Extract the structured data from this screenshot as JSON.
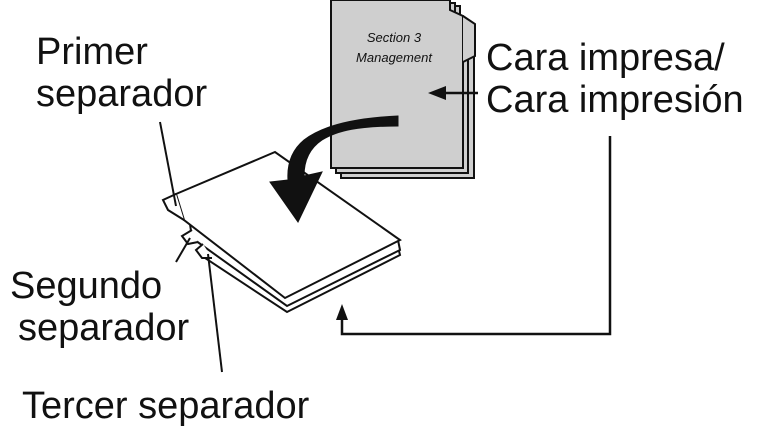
{
  "labels": {
    "first_divider_line1": "Primer",
    "first_divider_line2": "separador",
    "second_divider_line1": "Segundo",
    "second_divider_line2": "separador",
    "third_divider": "Tercer separador",
    "print_side_line1": "Cara impresa/",
    "print_side_line2": "Cara impresión"
  },
  "tab_document": {
    "line1": "Section 3",
    "line2": "Management"
  },
  "colors": {
    "ink": "#111111",
    "tab_fill": "#cfcfcf",
    "paper": "#ffffff"
  }
}
